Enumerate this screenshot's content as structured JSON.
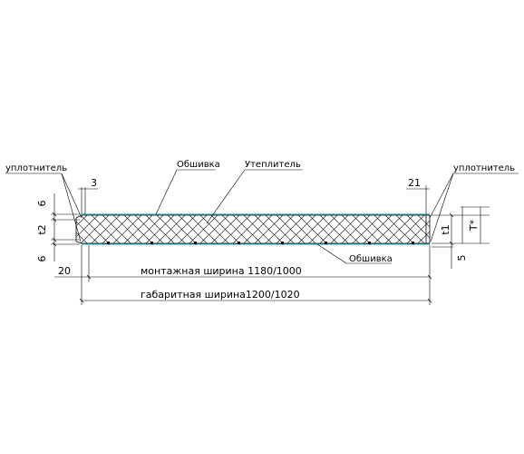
{
  "labels": {
    "seal_left": "уплотнитель",
    "seal_right": "уплотнитель",
    "cladding_top": "Обшивка",
    "insulation": "Утеплитель",
    "cladding_bottom": "Обшивка"
  },
  "dimensions": {
    "top_left_6": "6",
    "t2": "t2",
    "bottom_left_6": "6",
    "gap_3": "3",
    "offset_20": "20",
    "offset_21": "21",
    "t1": "t1",
    "T_star": "T*",
    "bottom_right_5": "5",
    "mounting_width": "монтажная ширина 1180/1000",
    "overall_width": "габаритная ширина1200/1020"
  },
  "colors": {
    "cladding": "#00a7b4",
    "lines": "#000000"
  }
}
